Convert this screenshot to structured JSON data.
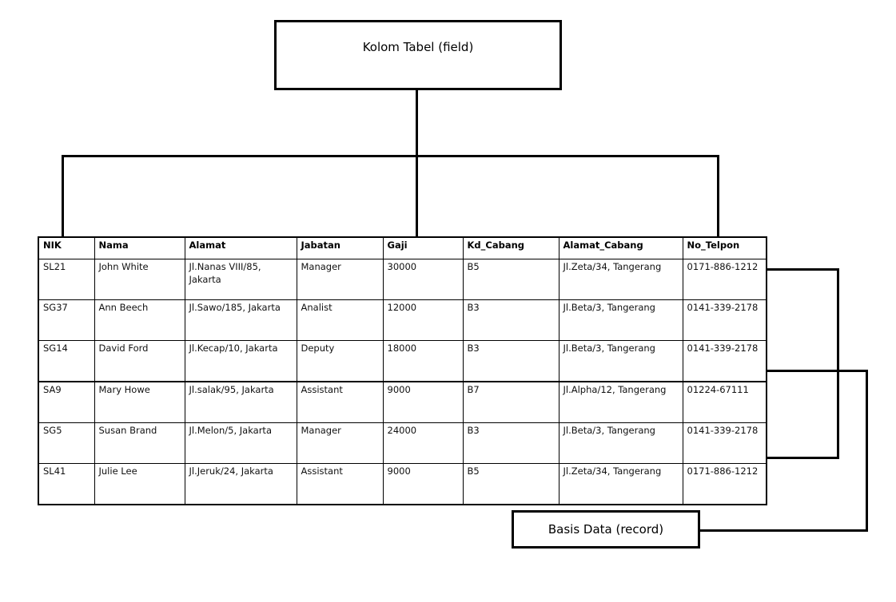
{
  "diagram": {
    "callouts": {
      "kolom_tabel": "Kolom Tabel (field)",
      "basis_data": "Basis Data (record)"
    }
  },
  "table": {
    "columns": [
      "NIK",
      "Nama",
      "Alamat",
      "Jabatan",
      "Gaji",
      "Kd_Cabang",
      "Alamat_Cabang",
      "No_Telpon"
    ],
    "rows": [
      {
        "nik": "SL21",
        "nama": "John White",
        "alamat": "Jl.Nanas VIII/85, Jakarta",
        "jabatan": "Manager",
        "gaji": "30000",
        "kd_cabang": "B5",
        "alamat_cabang": "Jl.Zeta/34, Tangerang",
        "no_telpon": "0171-886-1212"
      },
      {
        "nik": "SG37",
        "nama": "Ann Beech",
        "alamat": "Jl.Sawo/185, Jakarta",
        "jabatan": "Analist",
        "gaji": "12000",
        "kd_cabang": "B3",
        "alamat_cabang": "Jl.Beta/3, Tangerang",
        "no_telpon": "0141-339-2178"
      },
      {
        "nik": "SG14",
        "nama": "David Ford",
        "alamat": "Jl.Kecap/10, Jakarta",
        "jabatan": "Deputy",
        "gaji": "18000",
        "kd_cabang": "B3",
        "alamat_cabang": "Jl.Beta/3, Tangerang",
        "no_telpon": "0141-339-2178"
      },
      {
        "nik": "SA9",
        "nama": "Mary Howe",
        "alamat": "Jl.salak/95, Jakarta",
        "jabatan": "Assistant",
        "gaji": "9000",
        "kd_cabang": "B7",
        "alamat_cabang": "Jl.Alpha/12, Tangerang",
        "no_telpon": "01224-67111"
      },
      {
        "nik": "SG5",
        "nama": "Susan Brand",
        "alamat": "Jl.Melon/5, Jakarta",
        "jabatan": "Manager",
        "gaji": "24000",
        "kd_cabang": "B3",
        "alamat_cabang": "Jl.Beta/3, Tangerang",
        "no_telpon": "0141-339-2178"
      },
      {
        "nik": "SL41",
        "nama": "Julie Lee",
        "alamat": "Jl.Jeruk/24, Jakarta",
        "jabatan": "Assistant",
        "gaji": "9000",
        "kd_cabang": "B5",
        "alamat_cabang": "Jl.Zeta/34, Tangerang",
        "no_telpon": "0171-886-1212"
      }
    ]
  }
}
